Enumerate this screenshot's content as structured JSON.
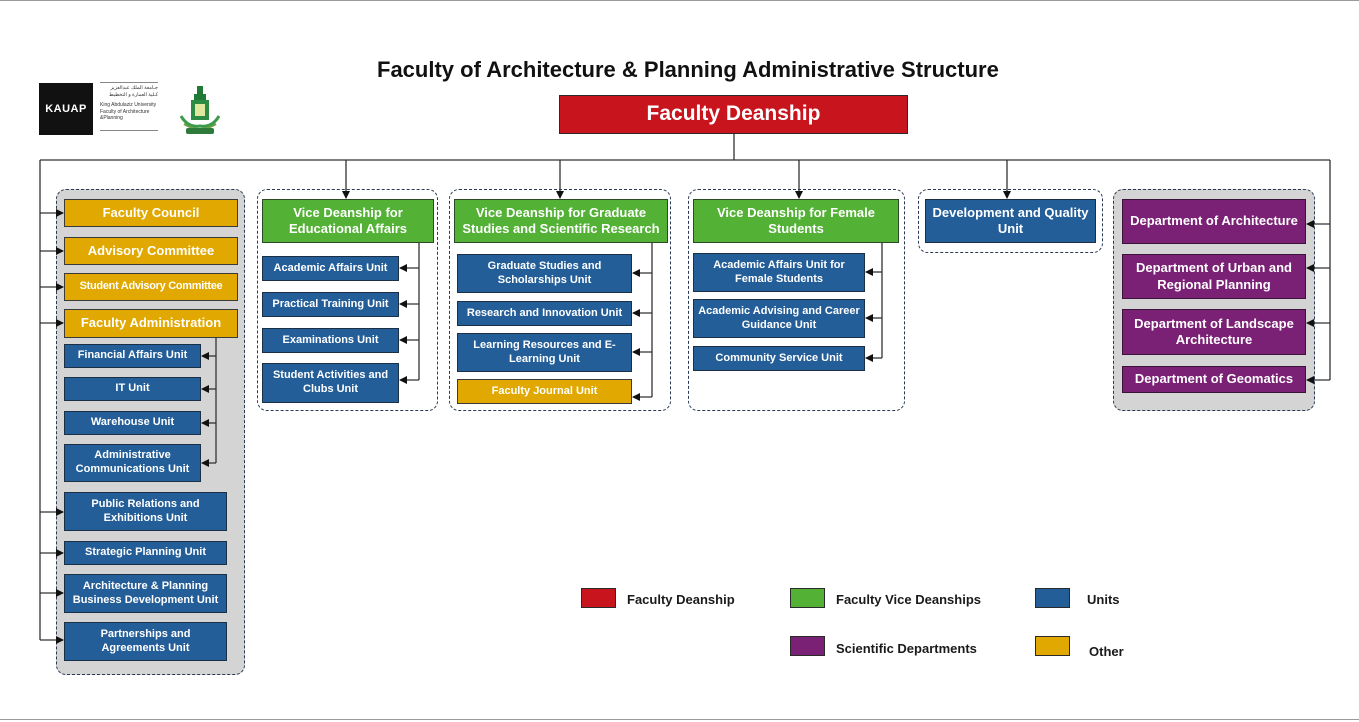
{
  "title": "Faculty of Architecture & Planning Administrative Structure",
  "deanship": "Faculty Deanship",
  "logo": {
    "kauap": "KAUAP",
    "arabic_1": "جـامعة الملك عبدالعزيز",
    "arabic_2": "كـلية العمارة و التخطيط",
    "english_1": "King Abdulaziz University",
    "english_2": "Faculty of Architecture &Planning"
  },
  "left": {
    "council": "Faculty Council",
    "advisory": "Advisory Committee",
    "student_advisory": "Student Advisory Committee",
    "administration": "Faculty Administration",
    "admin_units": [
      "Financial Affairs Unit",
      "IT Unit",
      "Warehouse Unit",
      "Administrative Communications Unit"
    ],
    "units": [
      "Public Relations and Exhibitions Unit",
      "Strategic Planning Unit",
      "Architecture & Planning Business Development Unit",
      "Partnerships and Agreements Unit"
    ]
  },
  "vice_edu": {
    "title": "Vice Deanship for Educational Affairs",
    "units": [
      "Academic Affairs Unit",
      "Practical Training Unit",
      "Examinations Unit",
      "Student Activities and Clubs Unit"
    ]
  },
  "vice_grad": {
    "title": "Vice Deanship for Graduate Studies and Scientific Research",
    "units": [
      "Graduate Studies and Scholarships Unit",
      "Research and Innovation Unit",
      "Learning Resources and E-Learning Unit"
    ],
    "journal": "Faculty Journal Unit"
  },
  "vice_female": {
    "title": "Vice Deanship for Female Students",
    "units": [
      "Academic Affairs Unit for Female Students",
      "Academic Advising and Career Guidance Unit",
      "Community Service Unit"
    ]
  },
  "development": "Development and Quality Unit",
  "departments": [
    "Department of Architecture",
    "Department of Urban and Regional Planning",
    "Department of Landscape Architecture",
    "Department of Geomatics"
  ],
  "legend": {
    "deanship": "Faculty Deanship",
    "vice": "Faculty Vice Deanships",
    "units": "Units",
    "departments": "Scientific Departments",
    "other": "Other"
  },
  "colors": {
    "deanship": "#c8141c",
    "vice": "#53b135",
    "units": "#245e99",
    "departments": "#7a2175",
    "other": "#e0a800"
  }
}
